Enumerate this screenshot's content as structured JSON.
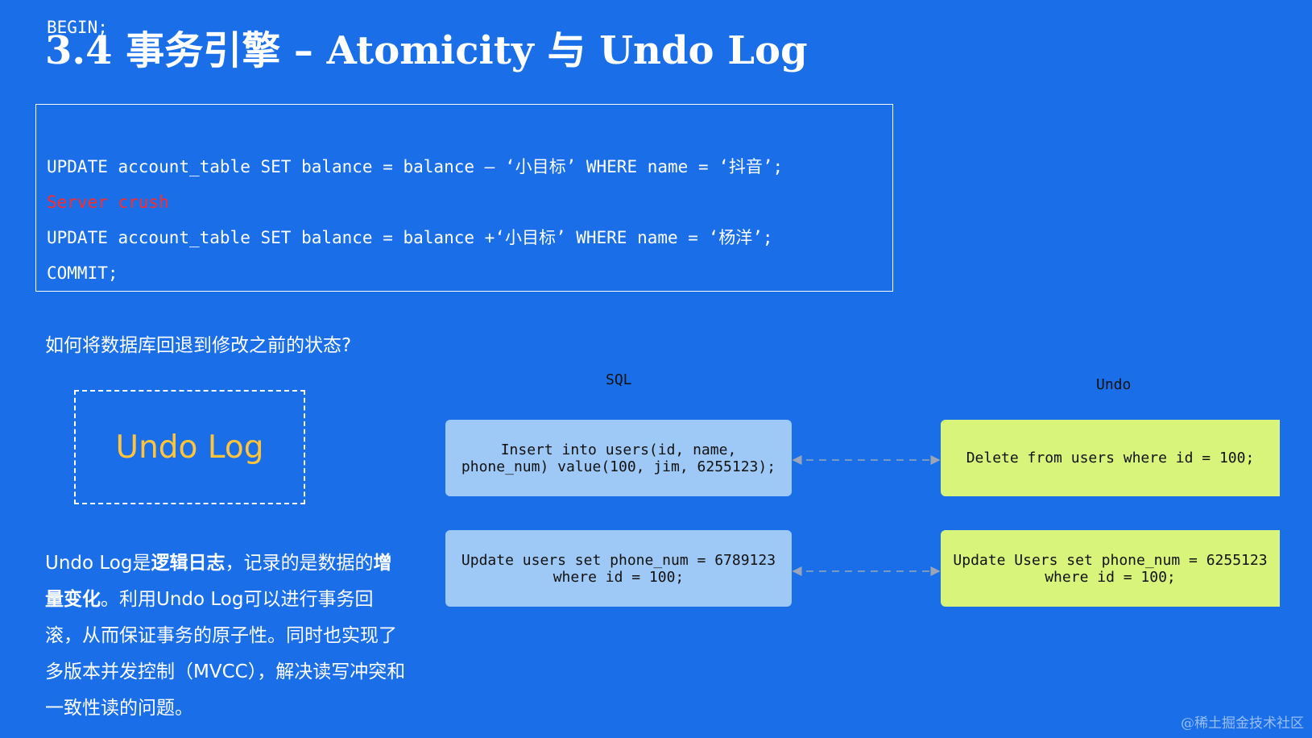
{
  "title": "3.4 事务引擎 – Atomicity 与 Undo Log",
  "code": {
    "lines": [
      "BEGIN;",
      "UPDATE account_table SET balance = balance – ‘小目标’ WHERE name = ‘抖音’;",
      "Server crush",
      "UPDATE account_table SET balance = balance +‘小目标’ WHERE name = ‘杨洋’;",
      "COMMIT;"
    ],
    "crash_color": "#ff2a2a"
  },
  "question": "如何将数据库回退到修改之前的状态?",
  "undo_box_label": "Undo Log",
  "paragraph": {
    "p1": "Undo Log是",
    "b1": "逻辑日志",
    "p2": "，记录的是数据的",
    "b2": "增量变化",
    "p3": "。利用Undo Log可以进行事务回滚，从而保证事务的原子性。同时也实现了多版本并发控制（MVCC），解决读写冲突和一致性读的问题。"
  },
  "diagram": {
    "sql_label": "SQL",
    "undo_label": "Undo",
    "rows": [
      {
        "sql": [
          "Insert into users(id, name,",
          "phone_num) value(100, jim, 6255123);"
        ],
        "undo": [
          "Delete from users where id = 100;"
        ]
      },
      {
        "sql": [
          "Update users set phone_num = 6789123",
          "where id = 100;"
        ],
        "undo": [
          "Update Users set phone_num = 6255123",
          "where id = 100;"
        ]
      }
    ],
    "colors": {
      "background": "#1a6fe8",
      "sql_box": "#9ec9f6",
      "undo_box": "#d8f47a",
      "accent": "#ffc43a"
    }
  },
  "watermark": "@稀土掘金技术社区"
}
